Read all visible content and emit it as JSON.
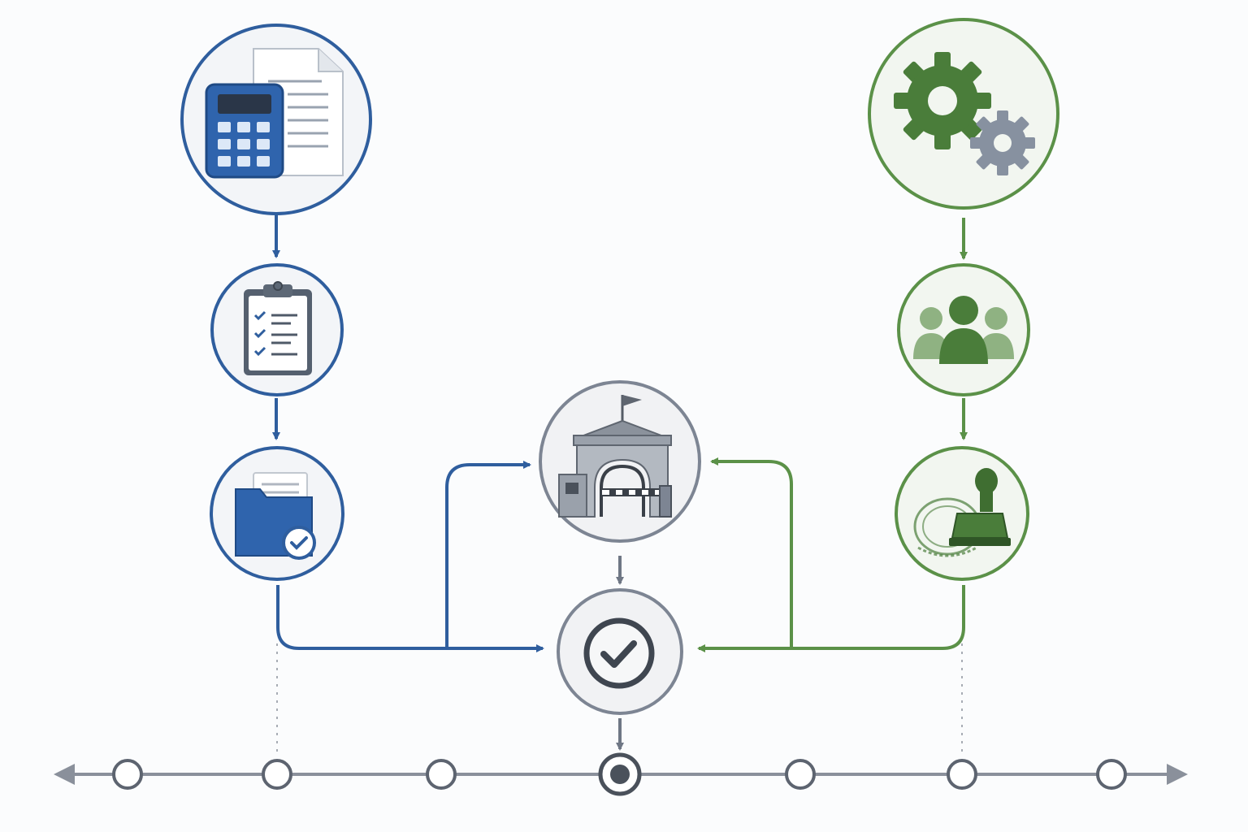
{
  "diagram": {
    "type": "process-flow",
    "colors": {
      "blue_track": "#2f5e9e",
      "green_track": "#5b9148",
      "neutral": "#7d8593",
      "timeline": "#8a909b"
    },
    "left_track": {
      "color": "blue",
      "nodes": [
        {
          "icon": "calculator-document-icon"
        },
        {
          "icon": "clipboard-checklist-icon"
        },
        {
          "icon": "folder-check-icon"
        }
      ]
    },
    "right_track": {
      "color": "green",
      "nodes": [
        {
          "icon": "gears-icon"
        },
        {
          "icon": "people-group-icon"
        },
        {
          "icon": "rubber-stamp-icon"
        }
      ]
    },
    "center": {
      "gate": {
        "icon": "gateway-barrier-icon"
      },
      "approval": {
        "icon": "checkmark-circle-icon"
      }
    },
    "timeline": {
      "milestone_count": 7,
      "highlighted_index": 3
    }
  }
}
